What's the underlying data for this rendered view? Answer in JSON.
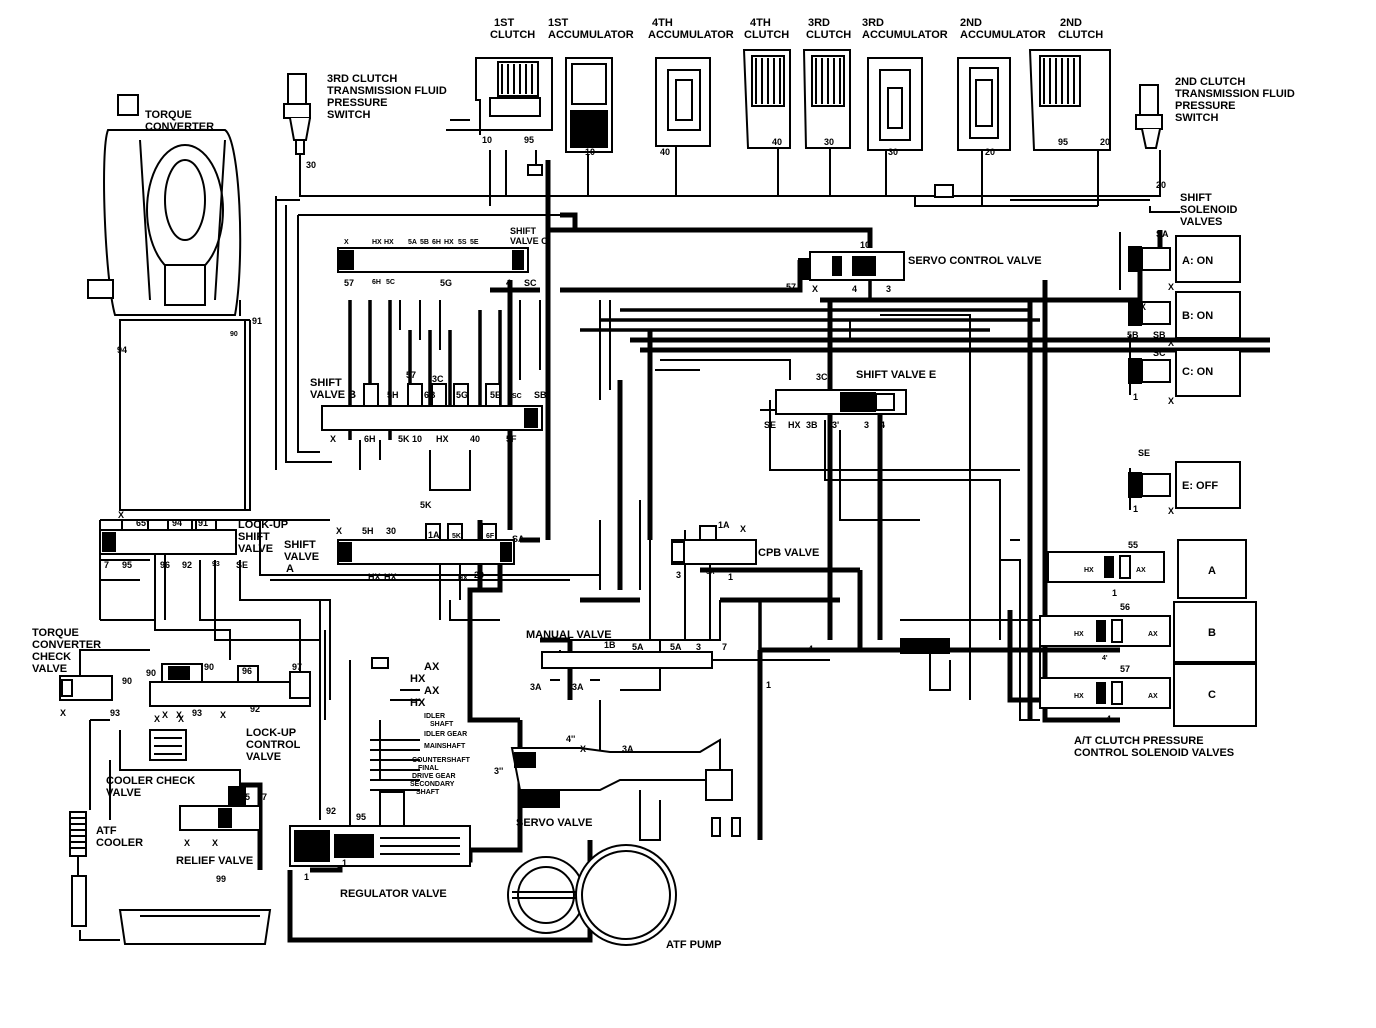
{
  "components": {
    "torque_converter": [
      "TORQUE",
      "CONVERTER"
    ],
    "third_clutch_switch": [
      "3RD CLUTCH",
      "TRANSMISSION FLUID",
      "PRESSURE",
      "SWITCH"
    ],
    "second_clutch_switch": [
      "2ND CLUTCH",
      "TRANSMISSION FLUID",
      "PRESSURE",
      "SWITCH"
    ],
    "top_row": [
      {
        "l1": "1ST",
        "l2": "CLUTCH"
      },
      {
        "l1": "1ST",
        "l2": "ACCUMULATOR"
      },
      {
        "l1": "4TH",
        "l2": "ACCUMULATOR"
      },
      {
        "l1": "4TH",
        "l2": "CLUTCH"
      },
      {
        "l1": "3RD",
        "l2": "CLUTCH"
      },
      {
        "l1": "3RD",
        "l2": "ACCUMULATOR"
      },
      {
        "l1": "2ND",
        "l2": "ACCUMULATOR"
      },
      {
        "l1": "2ND",
        "l2": "CLUTCH"
      }
    ],
    "shift_solenoid_valves": [
      "SHIFT",
      "SOLENOID",
      "VALVES"
    ],
    "solenoids": [
      {
        "port": "SA",
        "state": "A: ON"
      },
      {
        "port": "SB",
        "state": "B: ON"
      },
      {
        "port": "SC",
        "state": "C: ON"
      },
      {
        "port": "SE",
        "state": "E: OFF"
      }
    ],
    "clutch_pressure_solenoids": [
      {
        "port": "55",
        "letter": "A"
      },
      {
        "port": "56",
        "letter": "B"
      },
      {
        "port": "57",
        "letter": "C"
      }
    ],
    "clutch_pressure_caption": [
      "A/T CLUTCH PRESSURE",
      "CONTROL SOLENOID VALVES"
    ],
    "servo_control_valve": "SERVO CONTROL VALVE",
    "shift_valve_c": [
      "SHIFT",
      "VALVE C"
    ],
    "shift_valve_b": [
      "SHIFT",
      "VALVE B"
    ],
    "shift_valve_e": "SHIFT VALVE E",
    "shift_valve_a": [
      "SHIFT",
      "VALVE",
      "A"
    ],
    "lock_up_shift_valve": [
      "LOCK-UP",
      "SHIFT",
      "VALVE"
    ],
    "cpb_valve": "CPB VALVE",
    "manual_valve": "MANUAL VALVE",
    "torque_converter_check_valve": [
      "TORQUE",
      "CONVERTER",
      "CHECK",
      "VALVE"
    ],
    "lock_up_control_valve": [
      "LOCK-UP",
      "CONTROL",
      "VALVE"
    ],
    "cooler_check_valve": [
      "COOLER CHECK",
      "VALVE"
    ],
    "atf_cooler": [
      "ATF",
      "COOLER"
    ],
    "relief_valve": "RELIEF VALVE",
    "regulator_valve": "REGULATOR VALVE",
    "servo_valve": "SERVO VALVE",
    "atf_pump": "ATF PUMP",
    "shaft_labels": [
      "AX",
      "HX",
      "AX",
      "HX",
      "IDLER",
      "SHAFT",
      "IDLER GEAR",
      "MAINSHAFT",
      "COUNTERSHAFT",
      "FINAL",
      "DRIVE GEAR",
      "SECONDARY",
      "SHAFT"
    ]
  },
  "ports": {
    "switch3": "30",
    "switch2": "20",
    "top": [
      "10",
      "95",
      "10",
      "40",
      "40",
      "30",
      "30",
      "20",
      "95",
      "20"
    ],
    "tc": [
      "94",
      "91",
      "90"
    ],
    "svc": [
      "X",
      "HX",
      "HX",
      "5A",
      "5B",
      "6H",
      "HX",
      "5S",
      "5E",
      "57",
      "6H",
      "5C",
      "5G",
      "4",
      "SC"
    ],
    "svb": [
      "57",
      "3C",
      "5H",
      "6B",
      "5G",
      "5E",
      "SC",
      "SB",
      "X",
      "6H",
      "5K",
      "10",
      "HX",
      "40",
      "5F"
    ],
    "servo_ctrl": [
      "10",
      "57",
      "X",
      "4",
      "3"
    ],
    "sve": [
      "3C",
      "SE",
      "HX",
      "3B",
      "3'",
      "3",
      "4"
    ],
    "solenoid_x": [
      "X",
      "X",
      "5B",
      "X",
      "1",
      "X",
      "1",
      "X",
      "SE",
      "1",
      "X"
    ],
    "svA": [
      "X",
      "5H",
      "30",
      "5K",
      "1A",
      "5K",
      "6F",
      "SA",
      "HX",
      "HX",
      "20",
      "HX"
    ],
    "lock_up": [
      "X",
      "65'",
      "94",
      "91",
      "7",
      "95",
      "96",
      "92",
      "93",
      "SE"
    ],
    "cpb": [
      "1A",
      "X",
      "3",
      "1",
      "1",
      "6X"
    ],
    "clutch_ctrl": [
      "1",
      "4",
      "4'",
      "1",
      "4",
      "HX",
      "AX",
      "HX",
      "AX",
      "HX",
      "AX"
    ],
    "manual": [
      "1B",
      "5A",
      "5A",
      "3",
      "7",
      "4",
      "1",
      "3A",
      "3A"
    ],
    "tccv": [
      "90",
      "93",
      "X"
    ],
    "luc": [
      "90",
      "90",
      "96",
      "97",
      "X",
      "X",
      "93",
      "92",
      "X"
    ],
    "relief": [
      "95",
      "7",
      "X",
      "X"
    ],
    "regulator": [
      "92",
      "95",
      "1",
      "1"
    ],
    "cooler": [
      "99"
    ],
    "servo": [
      "4''",
      "X",
      "3A",
      "3''"
    ],
    "misc": [
      "X",
      "X",
      "X"
    ]
  }
}
